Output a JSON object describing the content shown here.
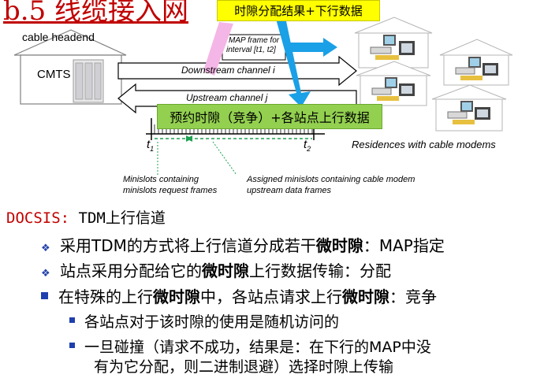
{
  "title": "b.5 线缆接入网",
  "callouts": {
    "top": "时隙分配结果+下行数据",
    "mid": "预约时隙（竞争）+各站点上行数据"
  },
  "diagram": {
    "headend_label": "cable headend",
    "cmts_label": "CMTS",
    "map_frame_line1": "MAP frame for",
    "map_frame_line2": "interval [t1, t2]",
    "downstream_label": "Downstream channel i",
    "upstream_label": "Upstream channel j",
    "t1_label": "t",
    "t1_sub": "1",
    "t2_label": "t",
    "t2_sub": "2",
    "residences_label": "Residences with cable modems",
    "minislots_req_line1": "Minislots containing",
    "minislots_req_line2": "minislots request frames",
    "assigned_line1": "Assigned minislots containing cable modem",
    "assigned_line2": "upstream data frames"
  },
  "body": {
    "docsis_prefix": "DOCSIS:",
    "docsis_rest": " TDM上行信道",
    "b1_a": "采用TDM的方式将上行信道分成若干",
    "b1_b": "微时隙",
    "b1_c": "：MAP指定",
    "b2_a": "站点采用分配给它的",
    "b2_b": "微时隙",
    "b2_c": "上行数据传输：分配",
    "b3_a": "在特殊的上行",
    "b3_b": "微时隙",
    "b3_c": "中，各站点请求上行",
    "b3_d": "微时隙",
    "b3_e": "：竞争",
    "s1": "各站点对于该时隙的使用是随机访问的",
    "s2_line1": "一旦碰撞（请求不成功，结果是：在下行的MAP中没",
    "s2_line2": "有为它分配，则二进制退避）选择时隙上传输"
  },
  "colors": {
    "title": "#c00000",
    "callout_top_bg": "#ffff00",
    "callout_mid_bg": "#93d050",
    "pink_arrow": "#f4b6e6",
    "blue_arrow": "#1aa0e6",
    "bullet": "#1f3fae"
  }
}
